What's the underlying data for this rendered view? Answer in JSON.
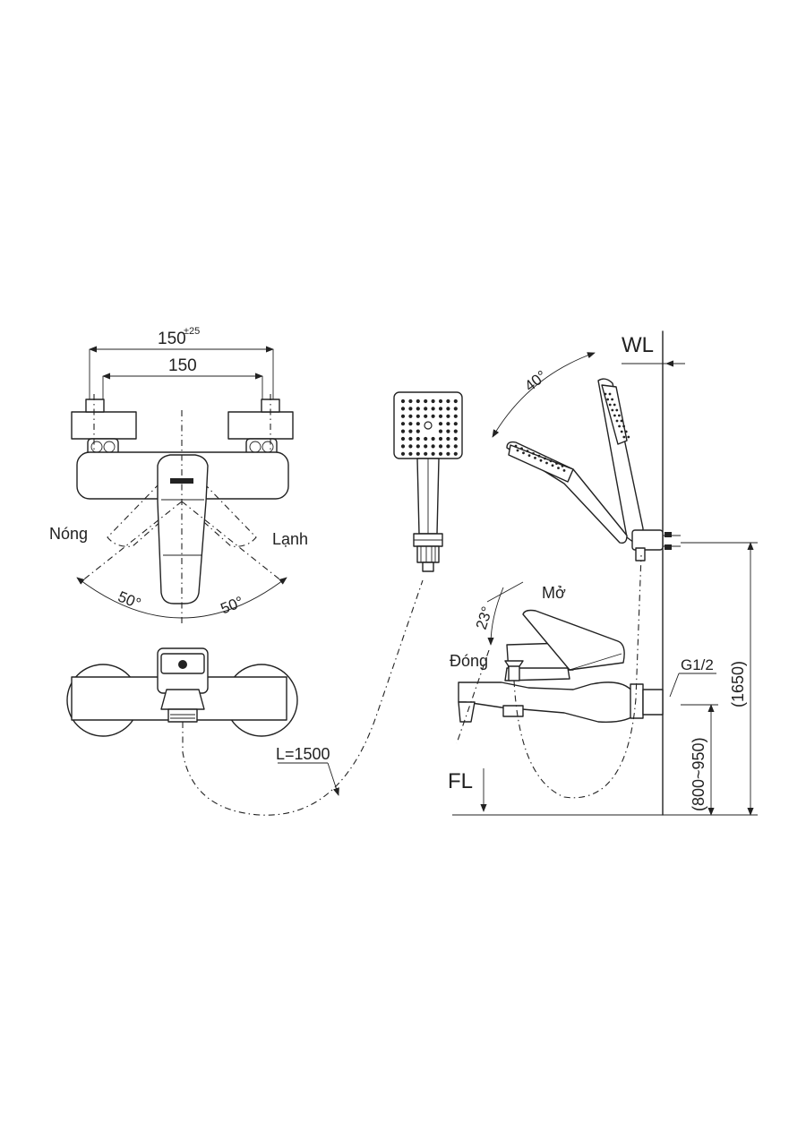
{
  "labels": {
    "dim_outer": "150",
    "dim_outer_tol": "±25",
    "dim_inner": "150",
    "hot": "Nóng",
    "cold": "Lạnh",
    "angle_left": "50°",
    "angle_right": "50°",
    "hose_length": "L=1500",
    "tilt_angle": "40°",
    "wl": "WL",
    "open": "Mở",
    "lever_angle": "23°",
    "close": "Đóng",
    "thread": "G1/2",
    "height_total": "(1650)",
    "height_range": "(800~950)",
    "fl": "FL"
  }
}
